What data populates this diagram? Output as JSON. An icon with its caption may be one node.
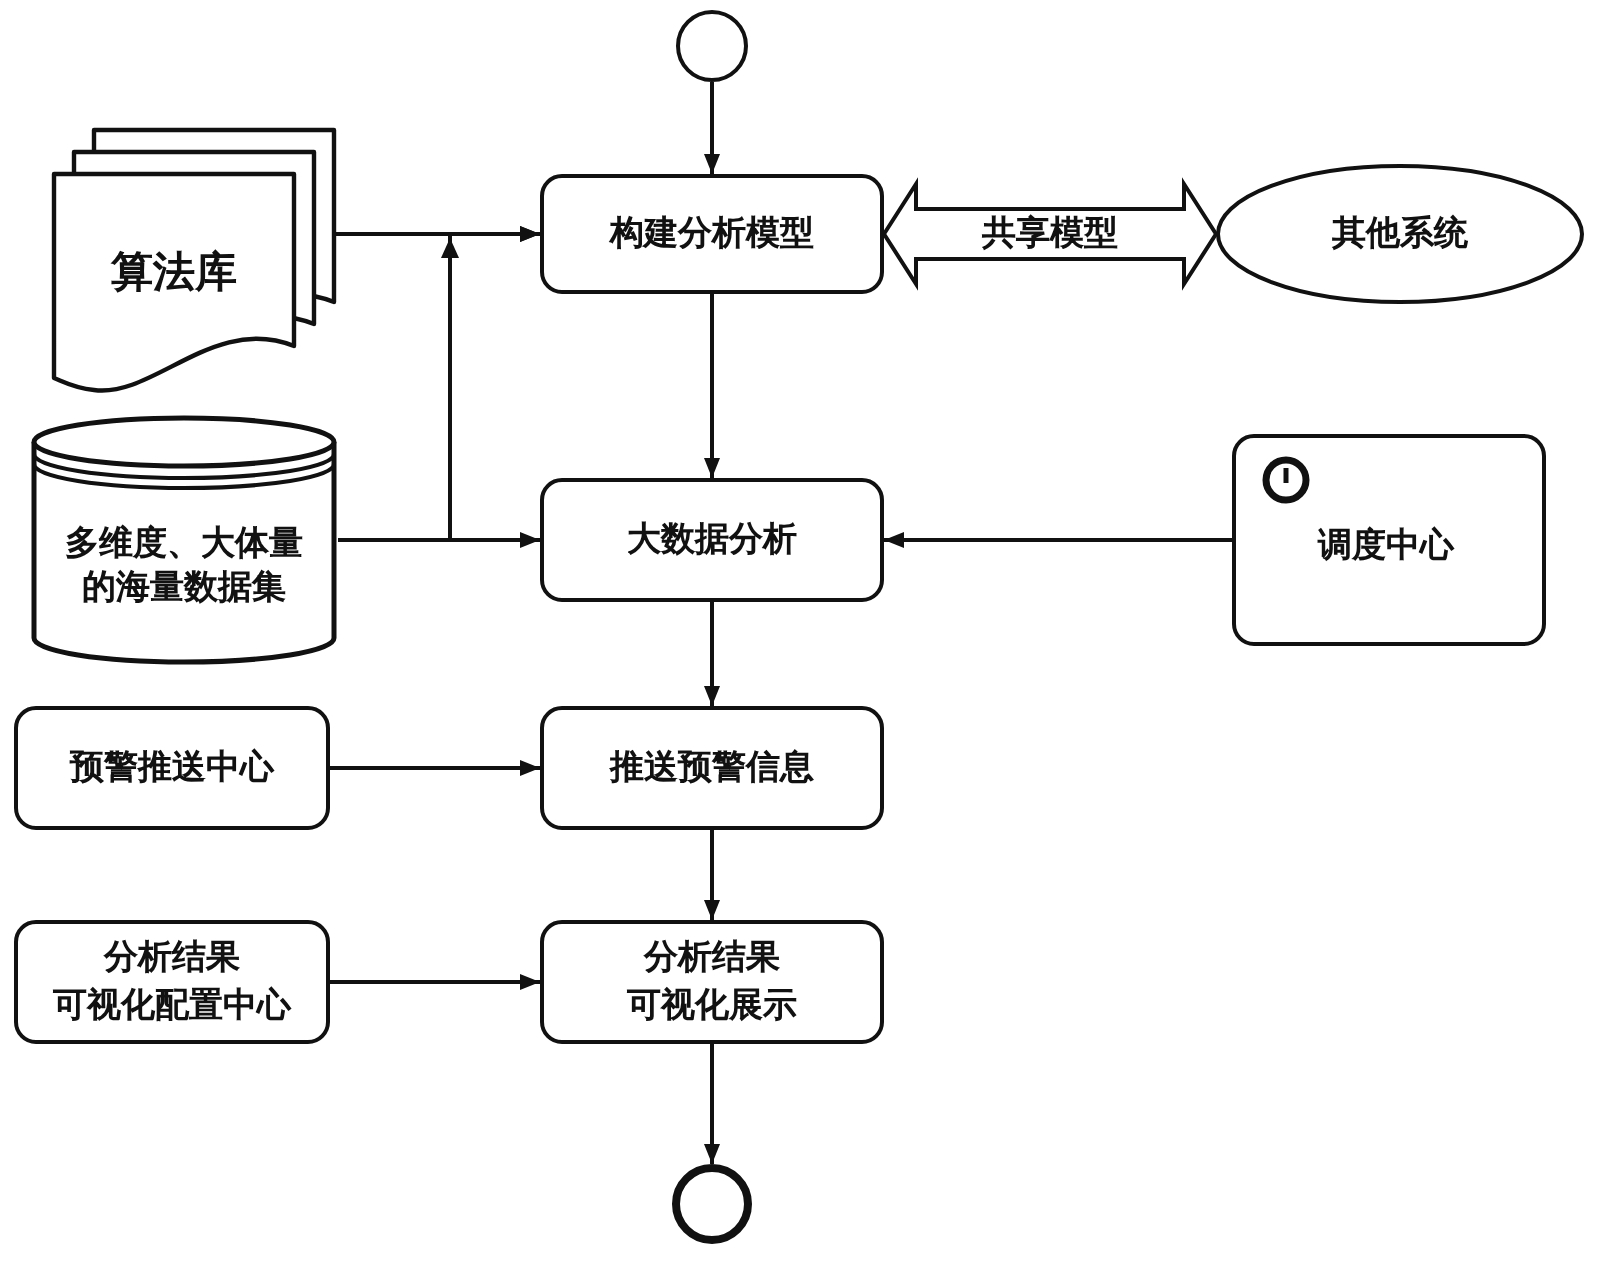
{
  "diagram": {
    "nodes": [
      {
        "text": [],
        "shape": "circle"
      },
      {
        "text": [
          "算法库"
        ]
      },
      {
        "text": [
          "构建分析模型"
        ]
      },
      {
        "text": [
          "其他系统"
        ]
      },
      {
        "text": [
          "多维度、大体量的海量数据集"
        ]
      },
      {
        "text": [
          "大数据分析"
        ]
      },
      {
        "text": [
          "调度中心"
        ]
      },
      {
        "text": [
          "预警推送中心"
        ]
      },
      {
        "text": [
          "推送预警信息"
        ]
      },
      {
        "text": [
          "分析结果可视化配置中心"
        ]
      },
      {
        "text": [
          "分析结果可视化展示"
        ]
      },
      {
        "text": [],
        "shape": "circle"
      }
    ],
    "edges": [
      {
        "from": 0,
        "to": 2,
        "arrow": "to"
      },
      {
        "from": 1,
        "to": 2,
        "arrow": "to"
      },
      {
        "from": 4,
        "to": 2,
        "arrow": "to"
      },
      {
        "from": 2,
        "to": 3,
        "arrow": "both",
        "label": "共享模型",
        "style": "thick"
      },
      {
        "from": 4,
        "to": 5,
        "arrow": "to"
      },
      {
        "from": 2,
        "to": 5,
        "arrow": "to"
      },
      {
        "from": 6,
        "to": 5,
        "arrow": "to"
      },
      {
        "from": 7,
        "to": 8,
        "arrow": "to"
      },
      {
        "from": 5,
        "to": 8,
        "arrow": "to"
      },
      {
        "from": 8,
        "to": 10,
        "arrow": "to"
      },
      {
        "from": 9,
        "to": 10,
        "arrow": "to"
      },
      {
        "from": 10,
        "to": 11,
        "arrow": "to"
      }
    ]
  }
}
